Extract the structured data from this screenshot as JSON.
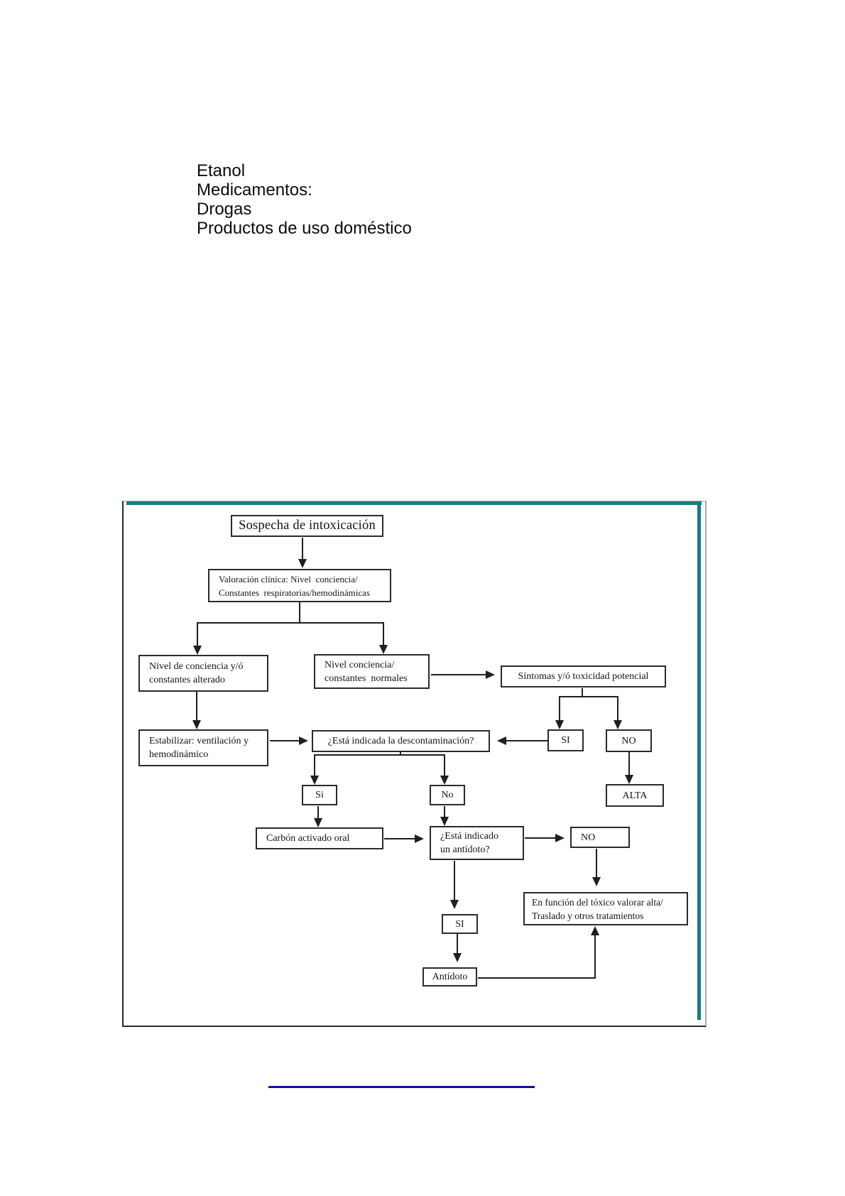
{
  "intro": {
    "lines": [
      "Etanol",
      "Medicamentos:",
      "Drogas",
      "Productos de uso doméstico"
    ]
  },
  "flowchart": {
    "frame_accent_color": "#177a81",
    "line_color": "#1f1f1f",
    "boxes": {
      "sospecha": {
        "text": "Sospecha de intoxicación"
      },
      "valoracion": {
        "lines": [
          "Valoración clínica: Nivel  conciencia/",
          "Constantes  respiratorias/hemodinámicas"
        ]
      },
      "nivel_alterado": {
        "lines": [
          "Nivel de conciencia y/ó",
          "constantes alterado"
        ]
      },
      "nivel_normal": {
        "lines": [
          "Nivel conciencia/",
          "constantes  normales"
        ]
      },
      "sintomas": {
        "text": "Síntomas y/ó toxicidad potencial"
      },
      "estabilizar": {
        "lines": [
          "Estabilizar: ventilación y",
          "hemodinámico"
        ]
      },
      "descontaminacion": {
        "text": "¿Está indicada la descontaminación?"
      },
      "si_top": {
        "text": "SI"
      },
      "no_top": {
        "text": "NO"
      },
      "si_mid": {
        "text": "Si"
      },
      "no_mid": {
        "text": "No"
      },
      "alta": {
        "text": "ALTA"
      },
      "carbon": {
        "text": "Carbón activado oral"
      },
      "antidoto_q": {
        "lines": [
          "¿Está indicado",
          "un antídoto?"
        ]
      },
      "no_right": {
        "text": "NO"
      },
      "en_funcion": {
        "lines": [
          "En función del tóxico valorar alta/",
          "Traslado y otros tratamientos"
        ]
      },
      "si_bottom": {
        "text": "SI"
      },
      "antidoto": {
        "text": "Antídoto"
      }
    },
    "connections": [
      [
        "sospecha",
        "valoracion"
      ],
      [
        "valoracion",
        "nivel_alterado"
      ],
      [
        "valoracion",
        "nivel_normal"
      ],
      [
        "nivel_alterado",
        "estabilizar"
      ],
      [
        "nivel_normal",
        "sintomas"
      ],
      [
        "estabilizar",
        "descontaminacion"
      ],
      [
        "sintomas",
        "si_top"
      ],
      [
        "sintomas",
        "no_top"
      ],
      [
        "si_top",
        "descontaminacion"
      ],
      [
        "no_top",
        "alta"
      ],
      [
        "descontaminacion",
        "si_mid"
      ],
      [
        "descontaminacion",
        "no_mid"
      ],
      [
        "si_mid",
        "carbon"
      ],
      [
        "no_mid",
        "antidoto_q"
      ],
      [
        "carbon",
        "antidoto_q"
      ],
      [
        "antidoto_q",
        "no_right"
      ],
      [
        "antidoto_q",
        "si_bottom"
      ],
      [
        "no_right",
        "en_funcion"
      ],
      [
        "si_bottom",
        "antidoto"
      ],
      [
        "antidoto",
        "en_funcion"
      ]
    ]
  },
  "divider": {
    "color": "#0f0f9a"
  }
}
